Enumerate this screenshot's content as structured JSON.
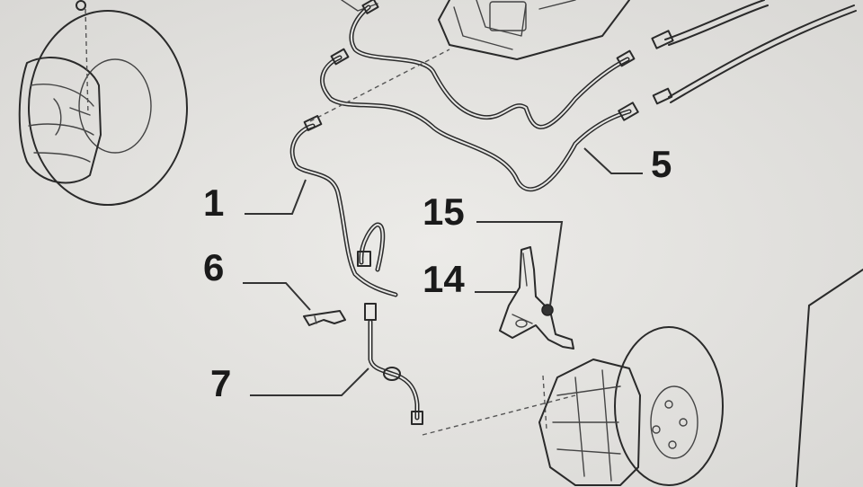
{
  "callouts": [
    {
      "id": "1",
      "label": "1"
    },
    {
      "id": "5",
      "label": "5"
    },
    {
      "id": "6",
      "label": "6"
    },
    {
      "id": "7",
      "label": "7"
    },
    {
      "id": "14",
      "label": "14"
    },
    {
      "id": "15",
      "label": "15"
    }
  ]
}
